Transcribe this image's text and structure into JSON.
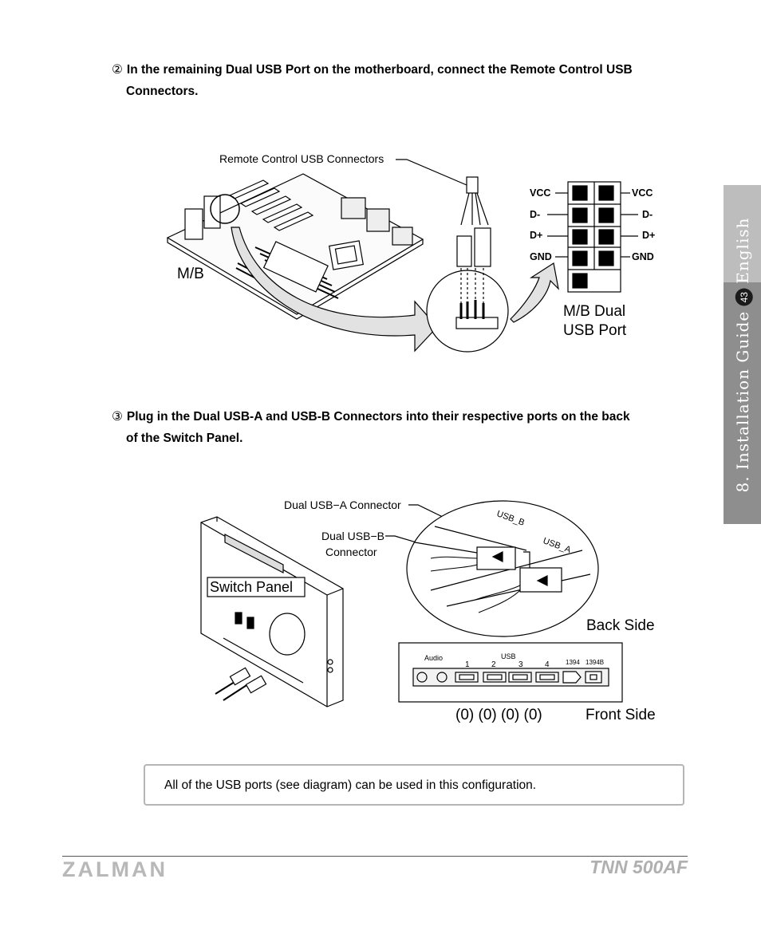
{
  "steps": [
    {
      "num": "②",
      "line1": "In the remaining Dual USB Port on the motherboard, connect the Remote Control USB",
      "line2": "Connectors."
    },
    {
      "num": "③",
      "line1": "Plug in the Dual USB-A and USB-B Connectors into their respective  ports on the back",
      "line2": "of the Switch Panel."
    }
  ],
  "diagram1": {
    "remote_label": "Remote Control USB Connectors",
    "mb_label": "M/B",
    "port_label_1": "M/B Dual",
    "port_label_2": "USB Port",
    "pins_left": [
      "VCC",
      "D-",
      "D+",
      "GND"
    ],
    "pins_right": [
      "VCC",
      "D-",
      "D+",
      "GND"
    ]
  },
  "diagram2": {
    "usb_a_label": "Dual USB−A Connector",
    "usb_b_label_1": "Dual USB−B",
    "usb_b_label_2": "Connector",
    "switch_panel": "Switch Panel",
    "back_side": "Back Side",
    "front_side": "Front Side",
    "port_markers": "(0) (0) (0) (0)",
    "usb_b_tag": "USB_B",
    "usb_a_tag": "USB_A",
    "front_audio": "Audio",
    "front_usb": "USB",
    "front_ports": [
      "1",
      "2",
      "3",
      "4"
    ],
    "front_1394": [
      "1394",
      "1394B"
    ]
  },
  "note": "All of the USB ports (see diagram) can be used in this configuration.",
  "side_tab": {
    "language": "English",
    "page": "43",
    "section": "8. Installation Guide"
  },
  "footer": {
    "brand": "ZALMAN",
    "model": "TNN 500AF"
  }
}
